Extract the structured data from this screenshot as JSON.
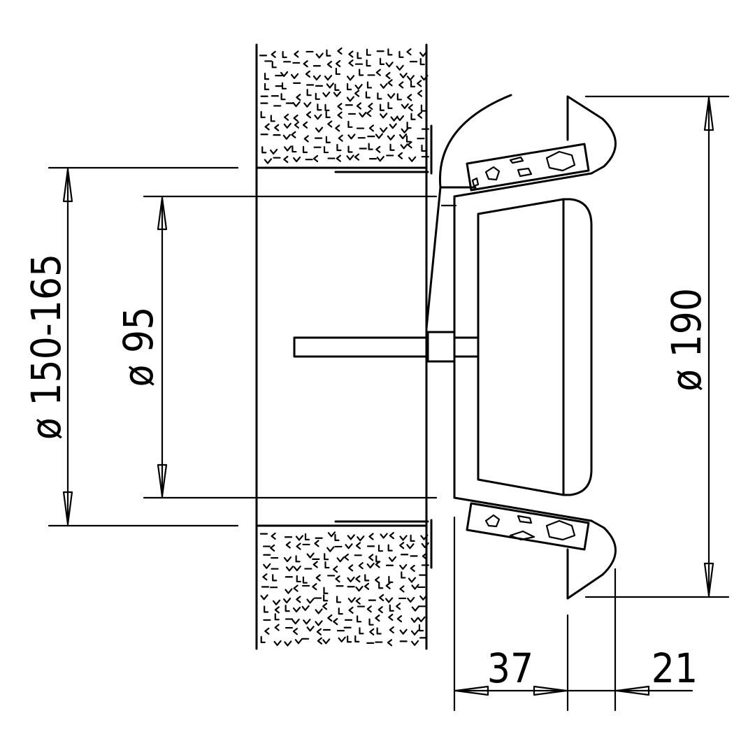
{
  "dimensions": {
    "wall_hole_diameter": "ø 150-165",
    "duct_diameter": "ø 95",
    "valve_diameter": "ø 190",
    "depth_front": "37",
    "depth_rim": "21"
  }
}
